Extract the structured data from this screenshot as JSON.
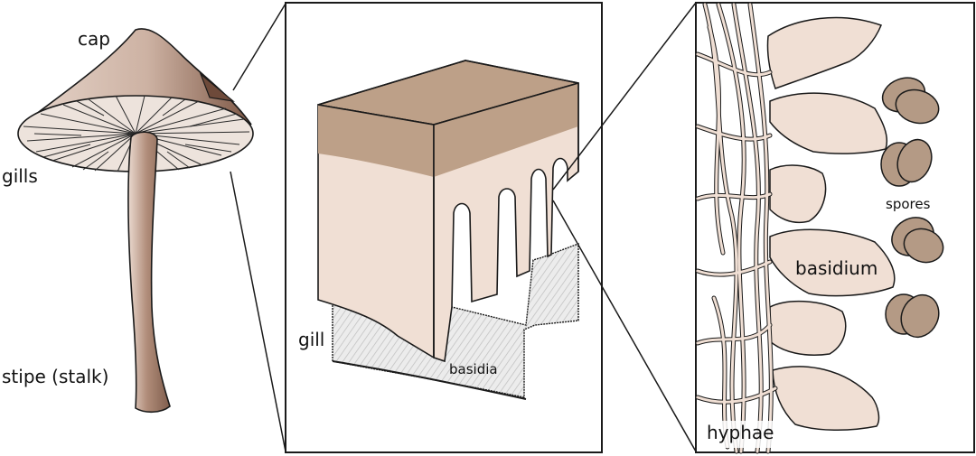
{
  "labels": {
    "cap": "cap",
    "gills": "gills",
    "stipe": "stipe (stalk)",
    "gill": "gill",
    "basidia": "basidia",
    "spores": "spores",
    "basidium": "basidium",
    "hyphae": "hyphae"
  },
  "colors": {
    "cap_light": "#ddc8bd",
    "cap_dark": "#8a6452",
    "flesh": "#f0dfd4",
    "flesh_top": "#bda088",
    "stipe_mid": "#a07d6a",
    "spore": "#b49a85",
    "hymenium": "#e4e4e4",
    "outline": "#1a1a1a"
  }
}
